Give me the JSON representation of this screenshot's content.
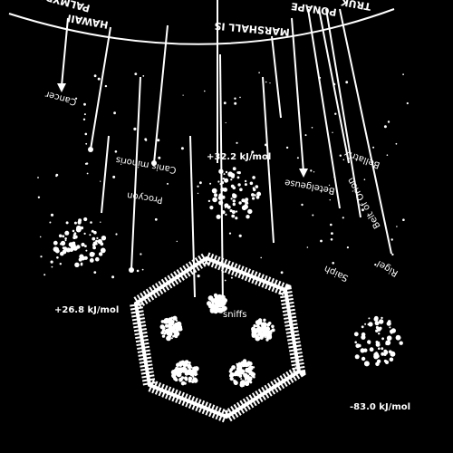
{
  "map_labels": [
    "HAWAII",
    "MARSHALL IS",
    "PONAPE",
    "TRUK",
    "PALMYRA"
  ],
  "star_labels": [
    "Cancer",
    "Canis minoris",
    "Procyon",
    "Betelgeuse",
    "Bellatrix",
    "Belt of Orion",
    "Saiph",
    "Rigel",
    "sniffs"
  ],
  "energies": [
    "+32.2 kJ/mol",
    "+26.8 kJ/mol",
    "-83.0 kJ/mol"
  ],
  "colors": {
    "background": "#000000",
    "ink": "#ffffff"
  }
}
